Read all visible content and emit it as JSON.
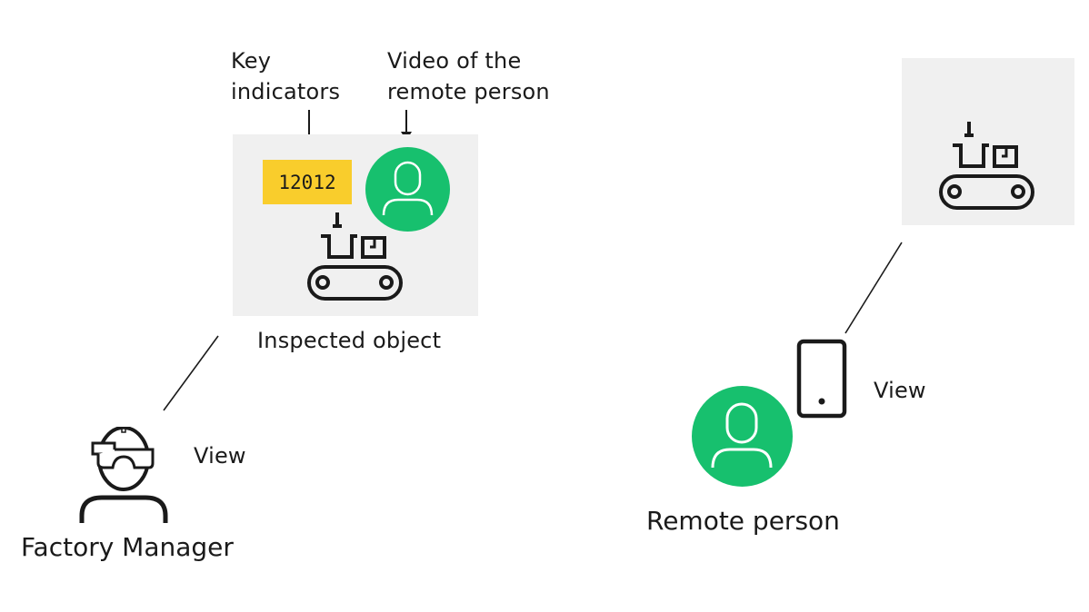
{
  "colors": {
    "panel_bg": "#f0f0f0",
    "kpi_bg": "#f9cd2c",
    "avatar_green": "#17c06e",
    "ink": "#1a1a1a"
  },
  "annotations": {
    "key_indicators": [
      "Key",
      "indicators"
    ],
    "video_remote": [
      "Video of the",
      "remote person"
    ]
  },
  "inspected_panel": {
    "kpi_value": "12012",
    "caption": "Inspected object",
    "icons": [
      "conveyor-belt-icon",
      "user-avatar-icon"
    ]
  },
  "remote_panel": {
    "icons": [
      "conveyor-belt-icon"
    ]
  },
  "factory_manager": {
    "label": "Factory Manager",
    "view_label": "View",
    "icon": "person-with-ar-glasses-icon"
  },
  "remote_person": {
    "label": "Remote person",
    "view_label": "View",
    "icons": [
      "user-avatar-icon",
      "smartphone-icon"
    ]
  }
}
